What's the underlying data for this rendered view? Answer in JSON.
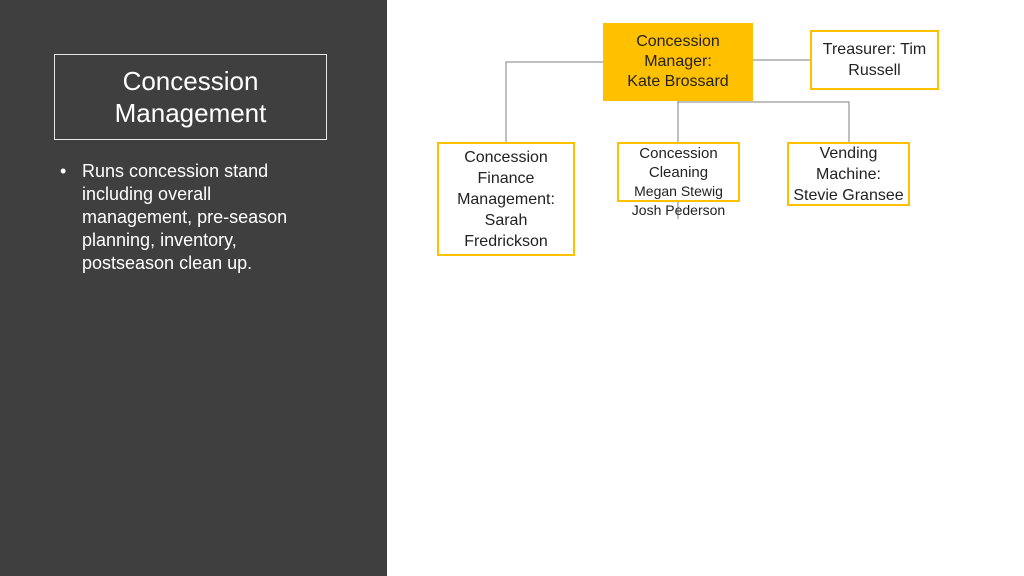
{
  "slide": {
    "title": "Concession Management",
    "bullets": [
      "Runs concession stand including overall management, pre-season planning, inventory, postseason clean up."
    ]
  },
  "org_chart": {
    "manager": {
      "line1": "Concession",
      "line2": "Manager:",
      "line3": "Kate Brossard"
    },
    "treasurer": {
      "line1": "Treasurer: Tim",
      "line2": "Russell"
    },
    "finance": {
      "line1": "Concession",
      "line2": "Finance",
      "line3": "Management:",
      "line4": "Sarah",
      "line5": "Fredrickson"
    },
    "cleaning": {
      "line1": "Concession",
      "line2": "Cleaning",
      "line3": "Megan Stewig",
      "line4": "Josh Pederson"
    },
    "vending": {
      "line1": "Vending",
      "line2": "Machine:",
      "line3": "Stevie Gransee"
    }
  },
  "colors": {
    "panel": "#3f3f3f",
    "accent": "#ffc000",
    "connector": "#7f7f7f"
  }
}
